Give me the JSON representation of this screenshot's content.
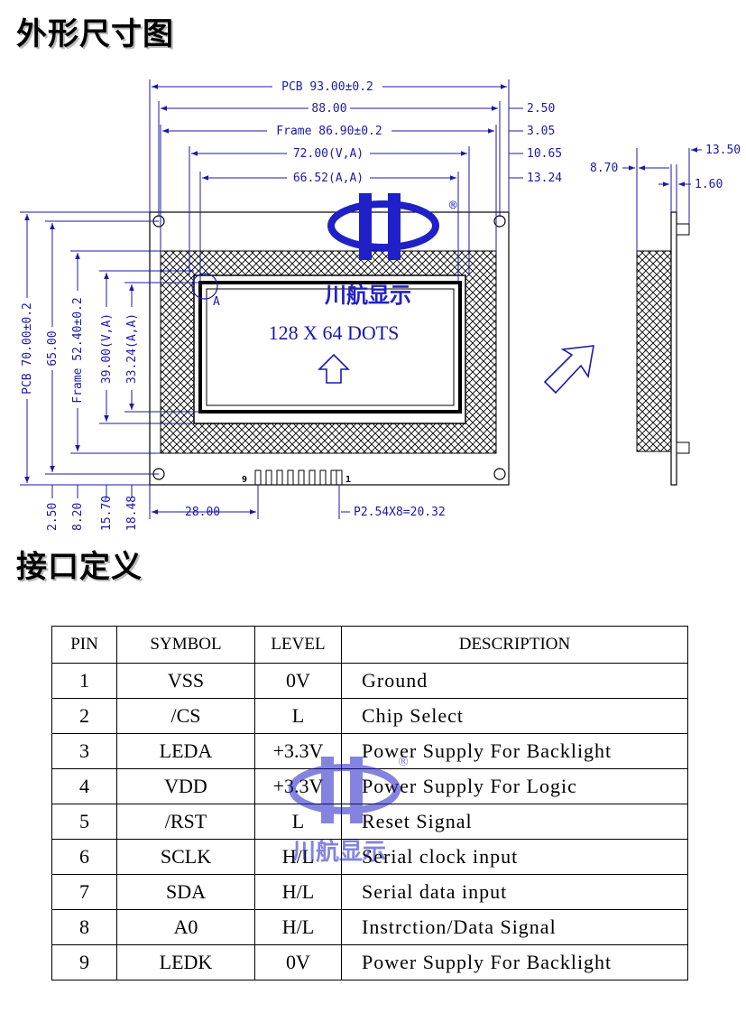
{
  "headings": {
    "outline": "外形尺寸图",
    "interface": "接口定义"
  },
  "brand": {
    "name": "川航显示",
    "reg": "®"
  },
  "lcd": {
    "text": "128 X 64 DOTS",
    "marker": "A"
  },
  "dims": {
    "pcb_w": "PCB 93.00±0.2",
    "hole_span": "88.00",
    "frame_w": "Frame 86.90±0.2",
    "va_w": "72.00(V,A)",
    "aa_w": "66.52(A,A)",
    "r1": "2.50",
    "r2": "3.05",
    "r3": "10.65",
    "r4": "13.24",
    "pcb_h": "PCB 70.00±0.2",
    "hole_h": "65.00",
    "frame_h": "Frame 52.40±0.2",
    "va_h": "39.00(V,A)",
    "aa_h": "33.24(A,A)",
    "b1": "2.50",
    "b2": "8.20",
    "b3": "15.70",
    "b4": "18.48",
    "pin_offset": "28.00",
    "pitch": "P2.54X8=20.32",
    "pin_first": "9",
    "pin_last": "1",
    "side_t1": "8.70",
    "side_t2": "13.50",
    "side_t3": "1.60"
  },
  "pin_table": {
    "headers": [
      "PIN",
      "SYMBOL",
      "LEVEL",
      "DESCRIPTION"
    ],
    "rows": [
      [
        "1",
        "VSS",
        "0V",
        "Ground"
      ],
      [
        "2",
        "/CS",
        "L",
        "Chip Select"
      ],
      [
        "3",
        "LEDA",
        "+3.3V",
        "Power Supply For Backlight"
      ],
      [
        "4",
        "VDD",
        "+3.3V",
        "Power Supply For Logic"
      ],
      [
        "5",
        "/RST",
        "L",
        "Reset Signal"
      ],
      [
        "6",
        "SCLK",
        "H/L",
        "Serial clock input"
      ],
      [
        "7",
        "SDA",
        "H/L",
        "Serial data input"
      ],
      [
        "8",
        "A0",
        "H/L",
        "Instrction/Data Signal"
      ],
      [
        "9",
        "LEDK",
        "0V",
        "Power Supply For Backlight"
      ]
    ]
  },
  "colors": {
    "dimension": "#1a1aa6",
    "brand": "#2020c8"
  }
}
